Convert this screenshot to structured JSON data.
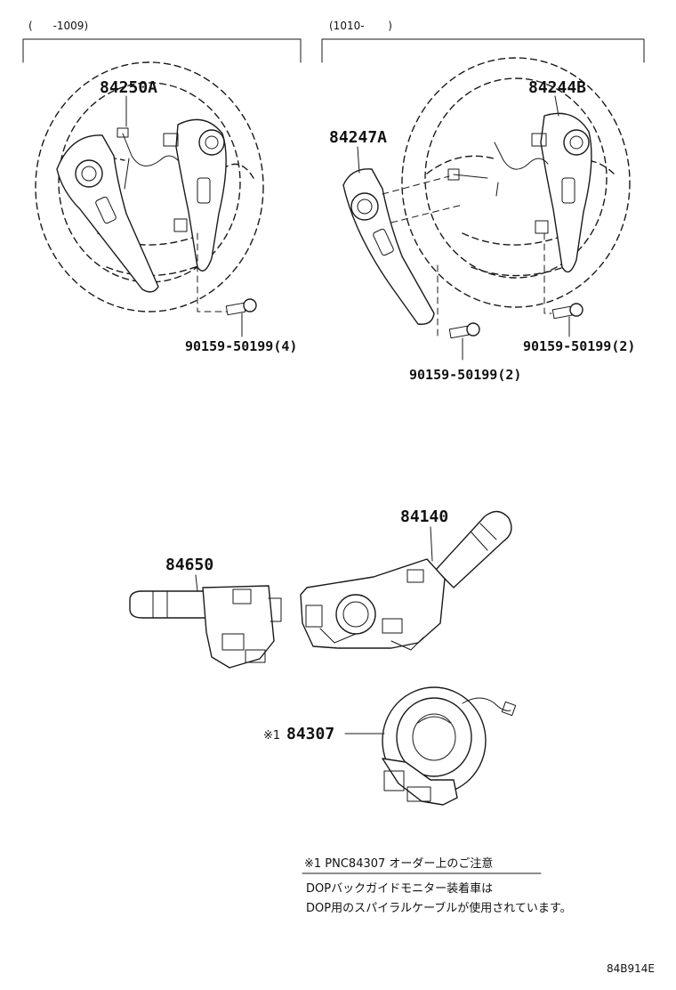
{
  "ranges": {
    "left": "(      -1009)",
    "right": "(1010-       )"
  },
  "parts": {
    "p84250A": "84250A",
    "p84244B": "84244B",
    "p84247A": "84247A",
    "bolt_left": "90159-50199(4)",
    "bolt_right_lower": "90159-50199(2)",
    "bolt_right_upper": "90159-50199(2)",
    "p84140": "84140",
    "p84650": "84650",
    "p84307_mark": "※1",
    "p84307": "84307"
  },
  "note": {
    "title": "※1 PNC84307 オーダー上のご注意",
    "line1": "DOPバックガイドモニター装着車は",
    "line2": "DOP用のスパイラルケーブルが使用されています。"
  },
  "figure_code": "84B914E"
}
